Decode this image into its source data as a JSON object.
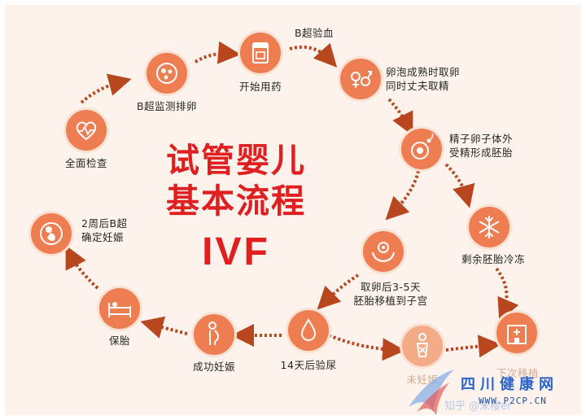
{
  "title": {
    "line1": "试管婴儿",
    "line2": "基本流程",
    "abbr": "IVF"
  },
  "colors": {
    "node": "#ee7d52",
    "node_faded": "#f3ab88",
    "arrow": "#b8461e",
    "title": "#e02020",
    "background": "#fdf3ec"
  },
  "steps": {
    "exam": {
      "label": "全面检查",
      "icon": "heart-pulse-icon"
    },
    "monitor": {
      "label": "B超监测排卵",
      "icon": "ultrasound-follicles-icon"
    },
    "medication": {
      "label": "开始用药",
      "icon": "medicine-box-icon"
    },
    "blood_test": {
      "label": "B超验血"
    },
    "retrieval": {
      "label": "卵泡成熟时取卵\n同时丈夫取精",
      "icon": "gender-symbols-icon"
    },
    "fertilization": {
      "label": "精子卵子体外\n受精形成胚胎",
      "icon": "sperm-egg-icon"
    },
    "freeze": {
      "label": "剩余胚胎冷冻",
      "icon": "snowflake-icon"
    },
    "transfer": {
      "label": "取卵后3-5天\n胚胎移植到子宫",
      "icon": "embryo-hands-icon"
    },
    "urine_test": {
      "label": "14天后验尿",
      "icon": "drop-icon"
    },
    "success": {
      "label": "成功妊娠",
      "icon": "pregnant-woman-icon"
    },
    "care": {
      "label": "保胎",
      "icon": "bed-rest-icon"
    },
    "confirm": {
      "label": "2周后B超\n确定妊娠",
      "icon": "fetus-icon"
    },
    "not_pregnant": {
      "label": "未妊娠",
      "icon": "woman-cross-icon"
    },
    "next_cycle": {
      "label": "下次移植",
      "icon": "hospital-icon"
    }
  },
  "watermark": {
    "site_name": "四川健康网",
    "url": "WWW.P2CP.CN",
    "platform": "知乎 @宋楼er",
    "logo_icon": "swoosh-logo-icon"
  }
}
